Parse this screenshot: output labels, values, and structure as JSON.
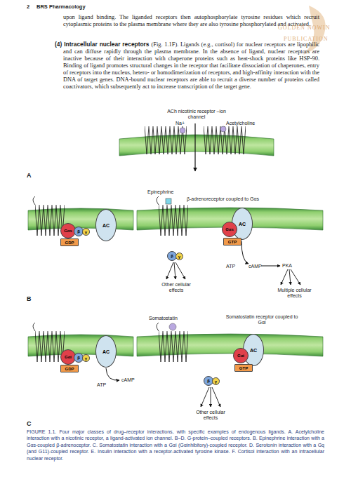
{
  "diagram": {
    "caption": "FIGURE 1.1. Four major classes of drug–receptor interactions, with specific examples of endogenous ligands. A. Acetylcholine interaction with a nicotinic receptor, a ligand-activated ion channel. B–D. G-protein–coupled receptors. B. Epinephrine interaction with a Gαs-coupled β-adrenoceptor. C. Somatostatin interaction with a Gαi (Gαinhibitory)-coupled receptor. D. Serotonin interaction with a Gq (and G11)-coupled receptor. E. Insulin interaction with a receptor-activated tyrosine kinase. F. Cortisol interaction with an intracellular nuclear receptor.",
    "nodes": [
      {
        "text": [
          "Gαs"
        ]
      },
      {
        "text": [
          "β"
        ]
      },
      {
        "text": [
          "γ"
        ]
      },
      {
        "text": [
          "GDP"
        ]
      },
      {
        "text": [
          "AC"
        ]
      },
      {
        "text": [
          "AC"
        ]
      },
      {
        "text": [
          "Gαs"
        ]
      },
      {
        "text": [
          "GTP"
        ]
      },
      {
        "text": [
          "β"
        ]
      },
      {
        "text": [
          "γ"
        ]
      },
      {
        "text": [
          "Gαi"
        ]
      },
      {
        "text": [
          "β"
        ]
      },
      {
        "text": [
          "γ"
        ]
      },
      {
        "text": [
          "GDP"
        ]
      },
      {
        "text": [
          "AC"
        ]
      },
      {
        "text": [
          "AC"
        ]
      },
      {
        "text": [
          "Gαi"
        ]
      },
      {
        "text": [
          "GTP"
        ]
      },
      {
        "text": [
          "β"
        ]
      },
      {
        "text": [
          "γ"
        ]
      }
    ],
    "labels": [
      "2",
      "BRS Pharmacology",
      "upon ligand binding. The liganded receptors then autophosphorylate tyrosine residues which recruit cytoplasmic proteins to the plasma membrane where they are also tyrosine phosphorylated and activated.",
      "(4)",
      "Intracellular nuclear receptors",
      "(Fig. 1.1F). Ligands (e.g., cortisol) for nuclear receptors are lipophilic and can diffuse rapidly through the plasma membrane. In the absence of ligand, nuclear receptors are inactive because of their interaction with chaperone proteins such as heat-shock proteins like HSP-90. Binding of ligand promotes structural changes in the receptor that facilitate dissociation of chaperones, entry of receptors into the nucleus, hetero- or homodimerization of receptors, and high-affinity interaction with the DNA of target genes. DNA-bound nuclear receptors are able to recruit a diverse number of proteins called coactivators, which subsequently act to increase transcription of the target gene.",
      "ACh nicotinic receptor –ion channel",
      "Na+",
      "Acetylcholine",
      "A",
      "Epinephrine",
      "β-adrenoreceptor coupled to Gαs",
      "ATP",
      "cAMP",
      "PKA",
      "Other cellular effects",
      "Multiple cellular effects",
      "B",
      "ATP",
      "cAMP",
      "Somatostatin",
      "Somatostatin receptor coupled to Gαi",
      "Other cellular effects",
      "C",
      "GOLDEN NOWIN",
      "PUBLICATION"
    ]
  }
}
